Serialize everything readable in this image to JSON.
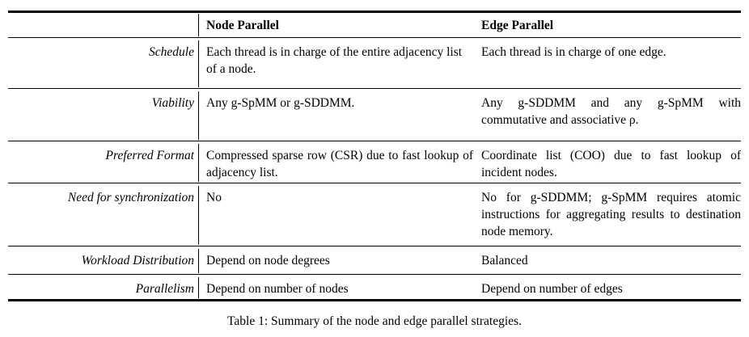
{
  "figure": {
    "caption": "Table 1: Summary of the node and edge parallel strategies.",
    "columns": {
      "row_label": "",
      "node_parallel": "Node Parallel",
      "edge_parallel": "Edge Parallel"
    },
    "rows": [
      {
        "label": "Schedule",
        "node_parallel": "Each thread is in charge of the entire adjacency list of a node.",
        "edge_parallel": "Each thread is in charge of one edge."
      },
      {
        "label": "Viability",
        "node_parallel": "Any g-SpMM or g-SDDMM.",
        "edge_parallel": "Any g-SDDMM and any g-SpMM with commutative and associative ρ."
      },
      {
        "label": "Preferred Format",
        "node_parallel": "Compressed sparse row (CSR) due to fast lookup of adjacency list.",
        "edge_parallel": "Coordinate list (COO) due to fast lookup of incident nodes."
      },
      {
        "label": "Need for synchronization",
        "node_parallel": "No",
        "edge_parallel": "No for g-SDDMM; g-SpMM requires atomic instructions for aggregating results to destination node memory."
      },
      {
        "label": "Workload Distribution",
        "node_parallel": "Depend on node degrees",
        "edge_parallel": "Balanced"
      },
      {
        "label": "Parallelism",
        "node_parallel": "Depend on number of nodes",
        "edge_parallel": "Depend on number of edges"
      }
    ]
  }
}
